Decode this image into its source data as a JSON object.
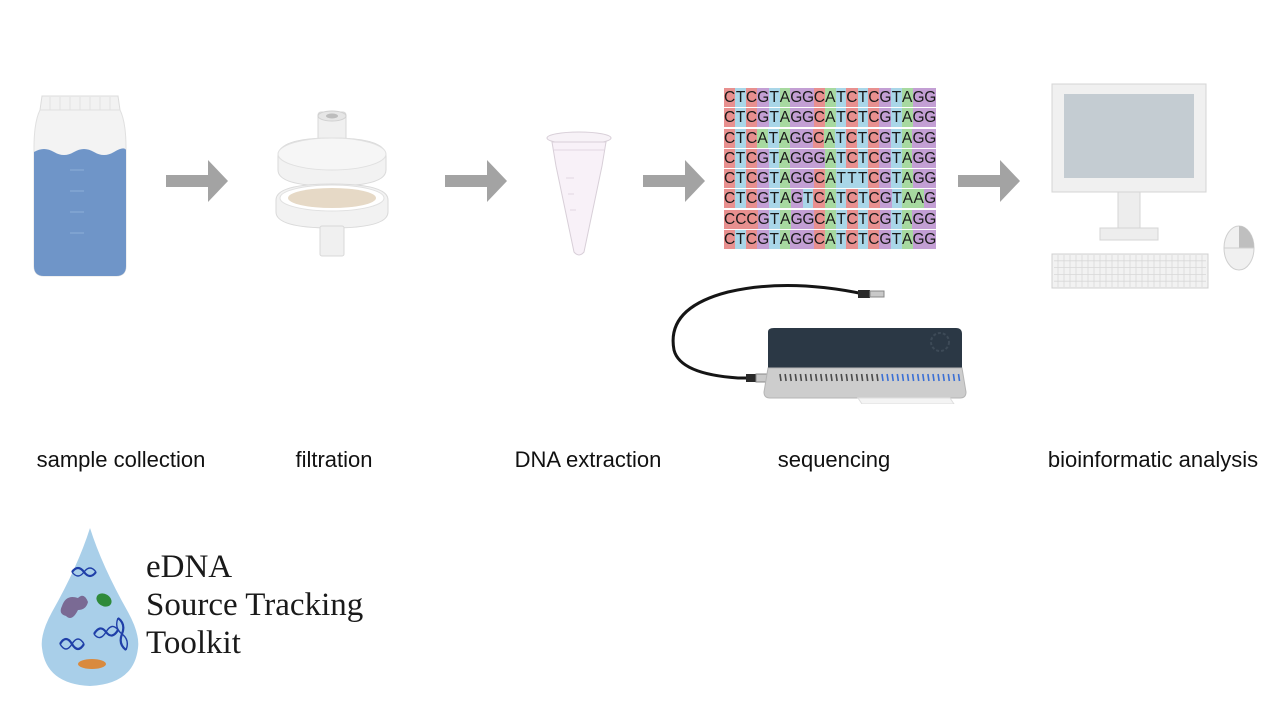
{
  "steps": [
    {
      "label": "sample collection"
    },
    {
      "label": "filtration"
    },
    {
      "label": "DNA extraction"
    },
    {
      "label": "sequencing"
    },
    {
      "label": "bioinformatic analysis"
    }
  ],
  "sequences": [
    "CTCGTAGGCATCTCGTAGG",
    "CTCGTAGGCATCTCGTAGG",
    "CTCATAGGCATCTCGTAGG",
    "CTCGTAGGGATCTCGTAGG",
    "CTCGTAGGCATTTCGTAGG",
    "CTCGTAGTCATCTCGTAAG",
    "CCCGTAGGCATCTCGTAGG",
    "CTCGTAGGCATCTCGTAGG"
  ],
  "base_colors": {
    "C": "#e8908f",
    "T": "#a9d6e8",
    "G": "#c39fd4",
    "A": "#a7d9a0"
  },
  "logo": {
    "line1": "eDNA",
    "line2": "Source Tracking",
    "line3": "Toolkit"
  },
  "colors": {
    "water": "#6f95c8",
    "arrow": "#a3a3a3",
    "drop": "#a9cfe9",
    "dna_strand": "#1f3fa8"
  }
}
